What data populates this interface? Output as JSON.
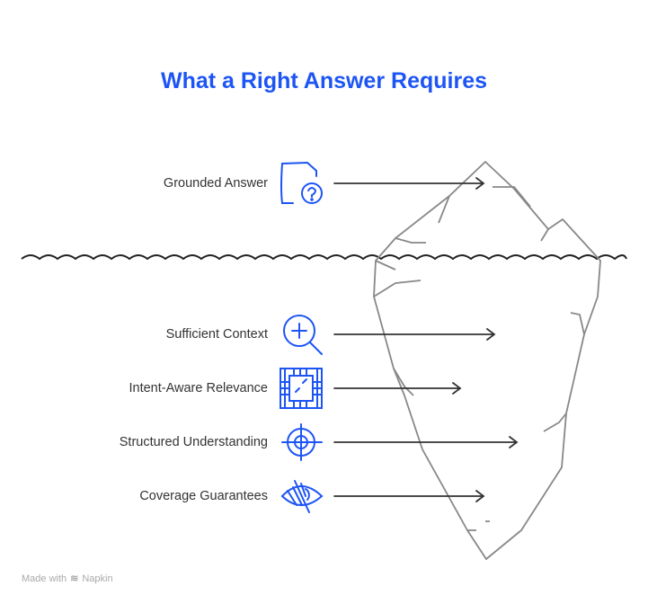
{
  "title": "What a Right Answer Requires",
  "items": [
    {
      "label": "Grounded Answer",
      "icon": "document-question-icon"
    },
    {
      "label": "Sufficient Context",
      "icon": "zoom-in-icon"
    },
    {
      "label": "Intent-Aware Relevance",
      "icon": "board-icon"
    },
    {
      "label": "Structured Understanding",
      "icon": "target-icon"
    },
    {
      "label": "Coverage Guarantees",
      "icon": "eye-off-icon"
    }
  ],
  "footer": {
    "made_with": "Made with",
    "brand": "Napkin"
  },
  "colors": {
    "accent": "#1d55f5",
    "line": "#333333",
    "iceberg": "#888888"
  }
}
